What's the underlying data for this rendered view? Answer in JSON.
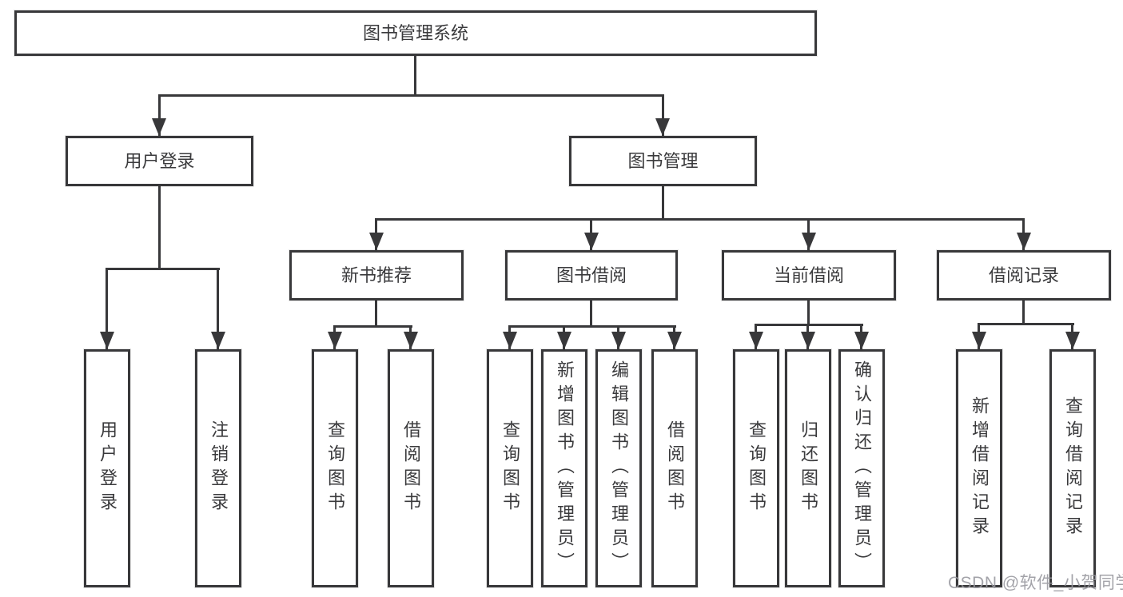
{
  "diagram": {
    "root": {
      "label": "图书管理系统"
    },
    "branches": [
      {
        "label": "用户登录",
        "children": [
          {
            "label": "用户登录"
          },
          {
            "label": "注销登录"
          }
        ]
      },
      {
        "label": "图书管理",
        "children": [
          {
            "label": "新书推荐",
            "children": [
              {
                "label": "查询图书"
              },
              {
                "label": "借阅图书"
              }
            ]
          },
          {
            "label": "图书借阅",
            "children": [
              {
                "label": "查询图书"
              },
              {
                "label": "新增图书（管理员）"
              },
              {
                "label": "编辑图书（管理员）"
              },
              {
                "label": "借阅图书"
              }
            ]
          },
          {
            "label": "当前借阅",
            "children": [
              {
                "label": "查询图书"
              },
              {
                "label": "归还图书"
              },
              {
                "label": "确认归还（管理员）"
              }
            ]
          },
          {
            "label": "借阅记录",
            "children": [
              {
                "label": "新增借阅记录"
              },
              {
                "label": "查询借阅记录"
              }
            ]
          }
        ]
      }
    ]
  },
  "watermark": {
    "text": "CSDN @软件_小贺同学"
  },
  "colors": {
    "line": "#38383a",
    "text": "#3a3a3c",
    "box_background": "#ffffff",
    "page_background": "#ffffff",
    "watermark": "#96969d"
  }
}
